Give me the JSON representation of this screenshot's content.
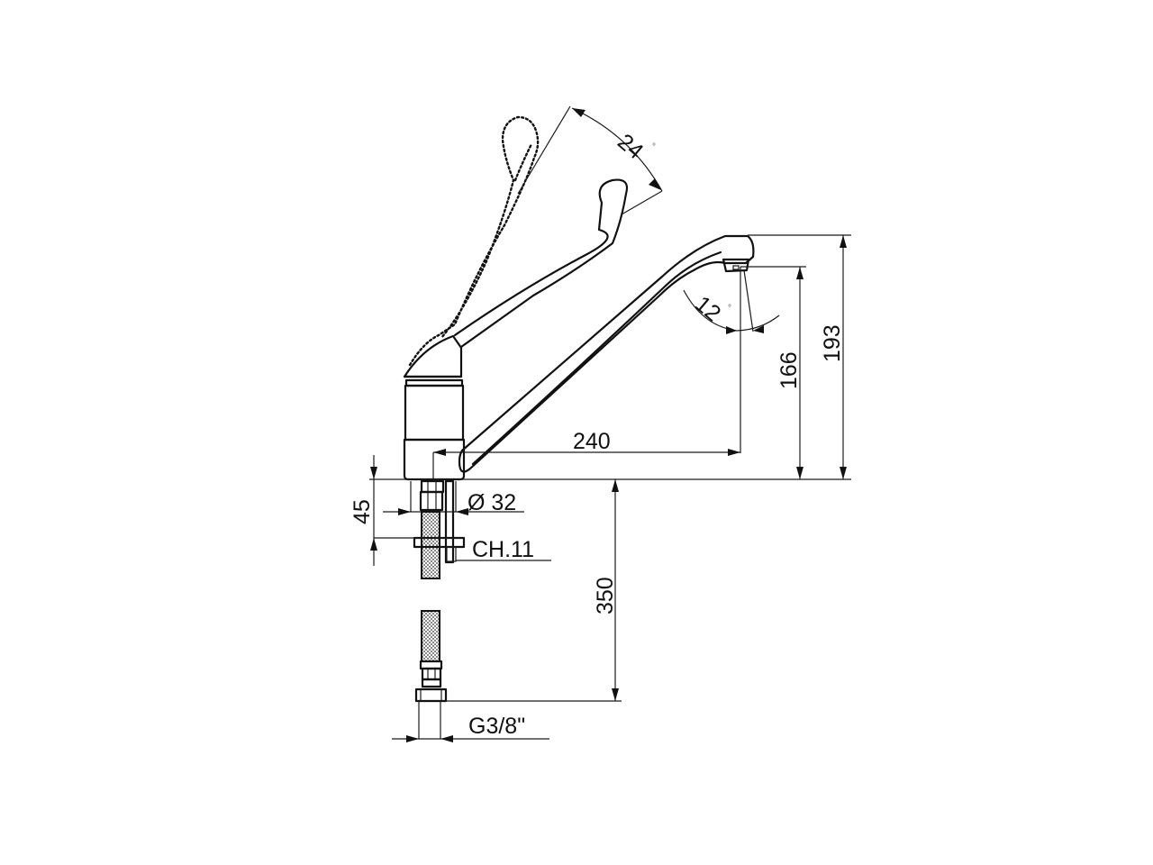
{
  "drawing": {
    "subject": "single-lever mixer tap with long clinical lever and swivel spout",
    "background": "#ffffff",
    "line_color": "#111111"
  },
  "dimensions": {
    "lever_angle": {
      "value": "24",
      "unit": "°"
    },
    "spout_angle": {
      "value": "12",
      "unit": "°"
    },
    "spout_reach": {
      "value": "240"
    },
    "spout_outlet_height": {
      "value": "166"
    },
    "total_height": {
      "value": "193"
    },
    "shank_length": {
      "value": "45"
    },
    "hole_diameter": {
      "value": "Ø 32"
    },
    "nut_size": {
      "value": "CH.11"
    },
    "hose_length": {
      "value": "350"
    },
    "hose_thread": {
      "value": "G3/8\""
    }
  }
}
